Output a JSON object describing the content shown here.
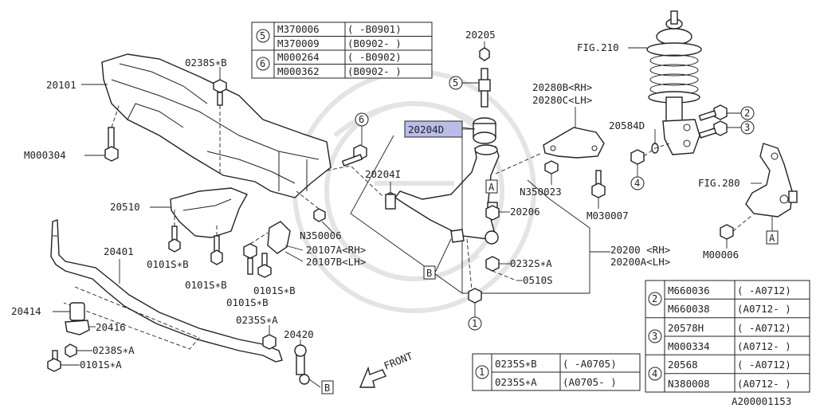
{
  "labels": {
    "crossmember": "20101",
    "bolt_0238sb": "0238S∗B",
    "bolt_m000304": "M000304",
    "bracket_20510": "20510",
    "bolt_0101sb_1": "0101S∗B",
    "bolt_0101sb_2": "0101S∗B",
    "bolt_0101sb_3": "0101S∗B",
    "bolt_0101sb_4": "0101S∗B",
    "stabilizer": "20401",
    "bushing_20414": "20414",
    "clamp_20416": "20416",
    "nut_0238sa": "0238S∗A",
    "bolt_0101sa": "0101S∗A",
    "nut_0235sa": "0235S∗A",
    "link_20420": "20420",
    "nut_n350006": "N350006",
    "bracket_rh": "20107A<RH>",
    "bracket_lh": "20107B<LH>",
    "bolt_20205": "20205",
    "bushing_20204d": "20204D",
    "bushing_20204i": "20204I",
    "balljoint": "20206",
    "arm_rh": "20200 <RH>",
    "arm_lh": "20200A<LH>",
    "nut_0232sa": "0232S∗A",
    "pin_0510s": "0510S",
    "plate_rh": "20280B<RH>",
    "plate_lh": "20280C<LH>",
    "nut_n350023": "N350023",
    "bolt_m030007": "M030007",
    "strut_fig": "FIG.210",
    "bolt_20584d": "20584D",
    "knuckle_fig": "FIG.280",
    "bolt_m00006": "M00006",
    "front": "FRONT",
    "ref_a1": "A",
    "ref_a2": "A",
    "ref_b1": "B",
    "ref_b2": "B",
    "callout_1": "1",
    "callout_2": "2",
    "callout_3": "3",
    "callout_4": "4",
    "callout_5": "5",
    "callout_6": "6",
    "diagram_id": "A200001153"
  },
  "tables": {
    "t56": {
      "groups": [
        {
          "num": "5",
          "rows": [
            [
              "M370006",
              "(  -B0901)"
            ],
            [
              "M370009",
              "(B0902-  )"
            ]
          ]
        },
        {
          "num": "6",
          "rows": [
            [
              "M000264",
              "(  -B0902)"
            ],
            [
              "M000362",
              "(B0902-  )"
            ]
          ]
        }
      ]
    },
    "t1": {
      "groups": [
        {
          "num": "1",
          "rows": [
            [
              "0235S∗B",
              "(  -A0705)"
            ],
            [
              "0235S∗A",
              "(A0705-  )"
            ]
          ]
        }
      ]
    },
    "t234": {
      "groups": [
        {
          "num": "2",
          "rows": [
            [
              "M660036",
              "(  -A0712)"
            ],
            [
              "M660038",
              "(A0712-  )"
            ]
          ]
        },
        {
          "num": "3",
          "rows": [
            [
              "20578H",
              "(  -A0712)"
            ],
            [
              "M000334",
              "(A0712-  )"
            ]
          ]
        },
        {
          "num": "4",
          "rows": [
            [
              "20568",
              "(  -A0712)"
            ],
            [
              "N380008",
              "(A0712-  )"
            ]
          ]
        }
      ]
    }
  },
  "colors": {
    "line": "#222222",
    "highlight": "#b9bde8",
    "watermark": "#e4e4e4"
  }
}
